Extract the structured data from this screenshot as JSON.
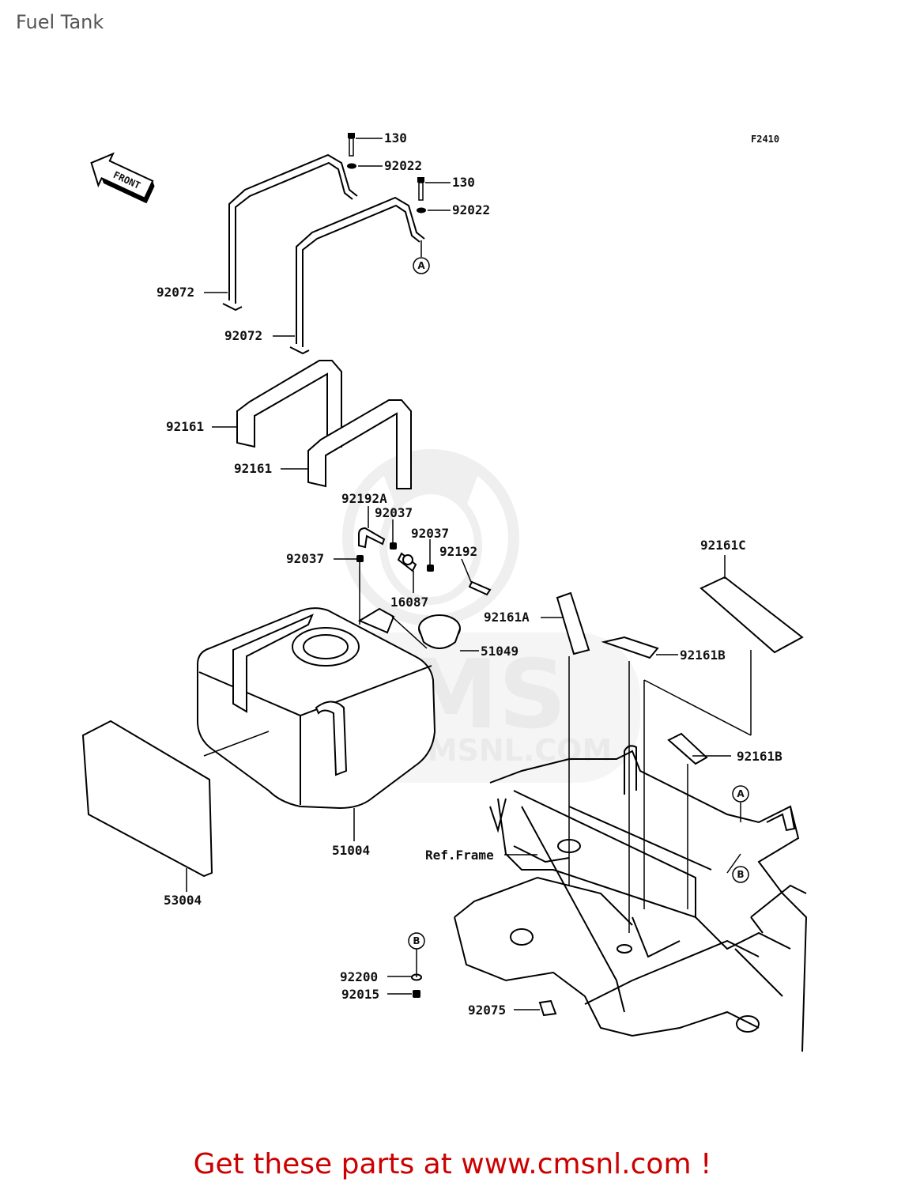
{
  "header": {
    "title": "Fuel Tank",
    "ref_code": "F2410",
    "front_arrow_label": "FRONT"
  },
  "watermark": {
    "brand": "CMS",
    "url": "WWW.CMSNL.COM"
  },
  "parts": [
    {
      "id": "p130a",
      "label": "130"
    },
    {
      "id": "p92022a",
      "label": "92022"
    },
    {
      "id": "p130b",
      "label": "130"
    },
    {
      "id": "p92022b",
      "label": "92022"
    },
    {
      "id": "p92072a",
      "label": "92072"
    },
    {
      "id": "p92072b",
      "label": "92072"
    },
    {
      "id": "p92161a",
      "label": "92161"
    },
    {
      "id": "p92161b",
      "label": "92161"
    },
    {
      "id": "p92192A",
      "label": "92192A"
    },
    {
      "id": "p92037a",
      "label": "92037"
    },
    {
      "id": "p92037b",
      "label": "92037"
    },
    {
      "id": "p92192",
      "label": "92192"
    },
    {
      "id": "p92037c",
      "label": "92037"
    },
    {
      "id": "p16087",
      "label": "16087"
    },
    {
      "id": "p92161C",
      "label": "92161C"
    },
    {
      "id": "p92161A",
      "label": "92161A"
    },
    {
      "id": "p51049",
      "label": "51049"
    },
    {
      "id": "p92161B1",
      "label": "92161B"
    },
    {
      "id": "p92161B2",
      "label": "92161B"
    },
    {
      "id": "p51004",
      "label": "51004"
    },
    {
      "id": "p53004",
      "label": "53004"
    },
    {
      "id": "pRefFrame",
      "label": "Ref.Frame"
    },
    {
      "id": "p92200",
      "label": "92200"
    },
    {
      "id": "p92015",
      "label": "92015"
    },
    {
      "id": "p92075",
      "label": "92075"
    }
  ],
  "markers": {
    "a": "A",
    "b": "B"
  },
  "footer": {
    "cta": "Get these parts at www.cmsnl.com !"
  }
}
